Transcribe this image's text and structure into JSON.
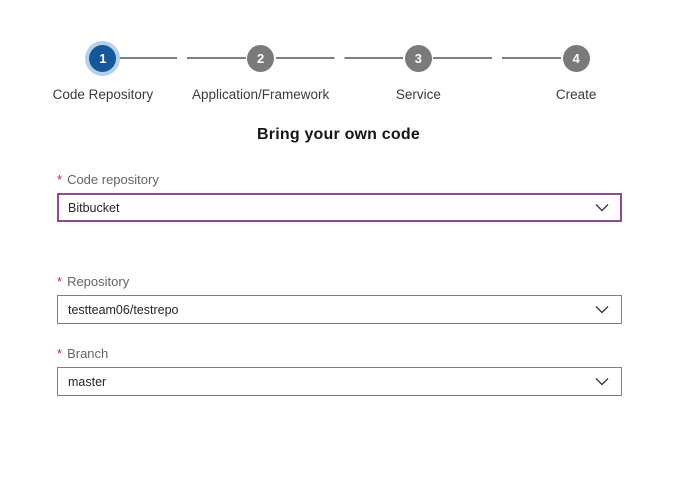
{
  "stepper": {
    "steps": [
      {
        "number": "1",
        "label": "Code Repository",
        "state": "active"
      },
      {
        "number": "2",
        "label": "Application/Framework",
        "state": "inactive"
      },
      {
        "number": "3",
        "label": "Service",
        "state": "inactive"
      },
      {
        "number": "4",
        "label": "Create",
        "state": "inactive"
      }
    ]
  },
  "heading": "Bring your own code",
  "form": {
    "required_marker": "*",
    "fields": [
      {
        "label": "Code repository",
        "value": "Bitbucket",
        "required": true,
        "focused": true
      },
      {
        "label": "Repository",
        "value": "testteam06/testrepo",
        "required": true,
        "focused": false
      },
      {
        "label": "Branch",
        "value": "master",
        "required": true,
        "focused": false
      }
    ]
  },
  "colors": {
    "active_step": "#14589a",
    "active_step_halo": "#b4d0ea",
    "inactive_step": "#7a7a7a",
    "connector": "#7f7f7f",
    "required_asterisk": "#c7264a",
    "focused_select_border": "#8f4a97",
    "select_border": "#7f7f7f"
  }
}
